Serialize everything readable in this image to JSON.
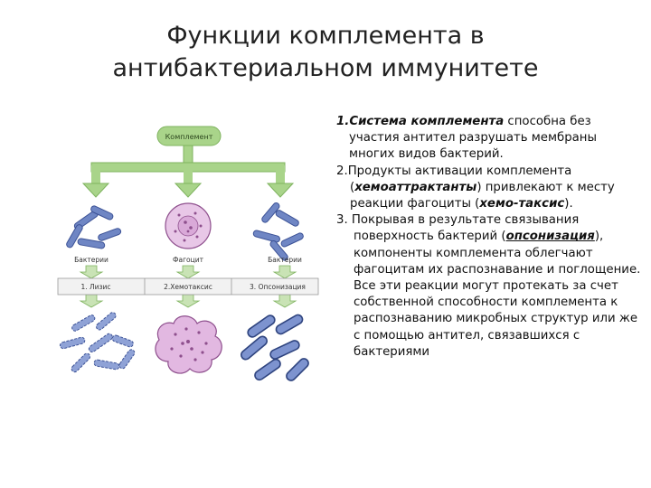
{
  "title": {
    "line1": "Функции комплемента в",
    "line2": "антибактериальном иммунитете"
  },
  "diagram": {
    "top_label": "Комплемент",
    "labels": [
      "Бактерии",
      "Фагоцит",
      "Бактерии"
    ],
    "steps": [
      "1. Лизис",
      "2.Хемотаксис",
      "3. Опсонизация"
    ],
    "colors": {
      "arrow": "#a9d48a",
      "arrow_dark": "#7fb35f",
      "bacteria": "#6f86c4",
      "bacteria_dark": "#3c5296",
      "phagocyte": "#d9a9d8",
      "phagocyte_dark": "#8e4f8d"
    }
  },
  "points": {
    "p1": {
      "num": "1.",
      "bold": "Система комплемента",
      "rest": " способна без участия антител разрушать мембраны многих видов бактерий."
    },
    "p2": {
      "num": "2.",
      "a": "Продукты активации комплемента (",
      "term1": "хемоаттрактанты",
      "b": ") привлекают к месту реакции фагоциты (",
      "term2": "хемо-таксис",
      "c": ")."
    },
    "p3": {
      "num": "3.",
      "a": " Покрывая в результате связывания поверхность бактерий (",
      "term": "опсонизация",
      "b": "), компоненты комплемента облегчают фагоцитам их распознавание и поглощение. Все эти реакции могут протекать за счет собственной способности комплемента к распознаванию микробных структур или же с помощью антител, связавшихся с бактериями"
    }
  }
}
